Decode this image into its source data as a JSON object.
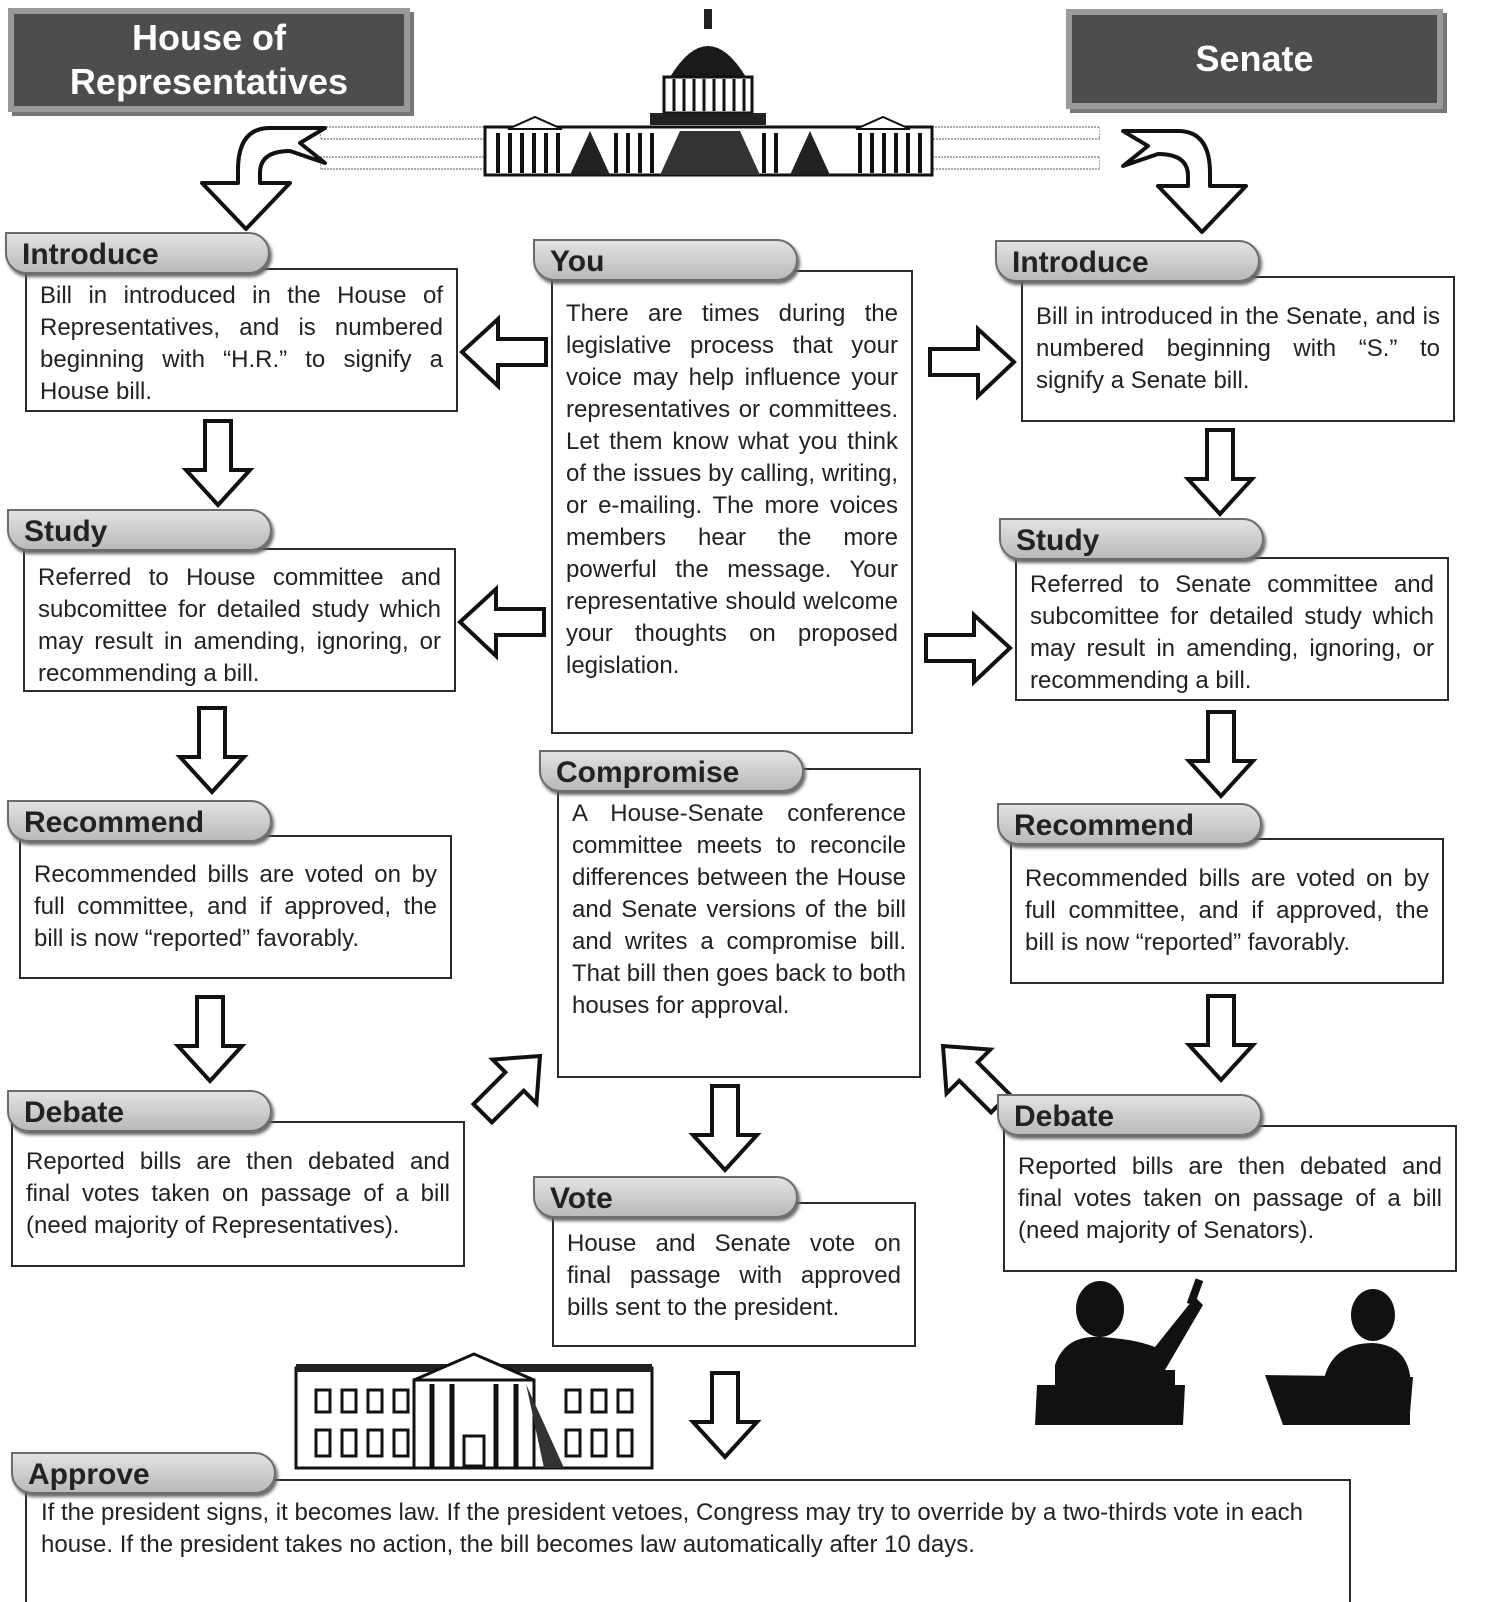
{
  "headers": {
    "house": "House of Representatives",
    "senate": "Senate"
  },
  "house": {
    "introduce": {
      "title": "Introduce",
      "text": "Bill in introduced in the House of Representatives, and is numbered beginning with “H.R.” to signify a House bill."
    },
    "study": {
      "title": "Study",
      "text": "Referred to House committee and subcomittee for detailed study which may result in amending, ignoring, or recommending a bill."
    },
    "recommend": {
      "title": "Recommend",
      "text": "Recommended bills are voted on by full committee, and if approved, the bill is now “reported” favorably."
    },
    "debate": {
      "title": "Debate",
      "text": "Reported bills are then debated and final votes taken on passage of a bill (need majority of Representatives)."
    }
  },
  "senate": {
    "introduce": {
      "title": "Introduce",
      "text": "Bill in introduced in the Senate, and is numbered beginning with “S.” to signify a Senate bill."
    },
    "study": {
      "title": "Study",
      "text": "Referred to Senate committee and subcomittee for detailed study which may result in amending, ignoring, or recommending a bill."
    },
    "recommend": {
      "title": "Recommend",
      "text": "Recommended bills are voted on by full committee, and if approved, the bill is now “reported” favorably."
    },
    "debate": {
      "title": "Debate",
      "text": "Reported bills are then debated and final votes taken on passage of a bill (need majority of Senators)."
    }
  },
  "center": {
    "you": {
      "title": "You",
      "text": "There are times during the legislative process that your voice may help influence your representatives or committees. Let them know what you think of the issues by calling, writing, or e-mailing. The more voices members hear the more powerful the message. Your representative should welcome your thoughts on proposed legislation."
    },
    "compromise": {
      "title": "Compromise",
      "text": "A House-Senate conference committee meets to reconcile differences between the House and Senate versions of the bill and writes a compromise bill. That bill then goes back to both houses for approval."
    },
    "vote": {
      "title": "Vote",
      "text": "House and Senate vote on final passage with approved bills sent to the president."
    }
  },
  "approve": {
    "title": "Approve",
    "text": "If the president signs, it becomes law. If the president vetoes, Congress may try to override by a two-thirds vote in each house. If the president takes no action, the bill becomes law automatically after 10 days."
  },
  "colors": {
    "header_bg": "#4d4d4d",
    "header_border": "#9a9a9a",
    "tab_fill": "#cfcfcf"
  },
  "icons": {
    "capitol": "capitol-building-icon",
    "white_house": "white-house-icon",
    "speakers": "speaker-silhouettes-icon"
  }
}
